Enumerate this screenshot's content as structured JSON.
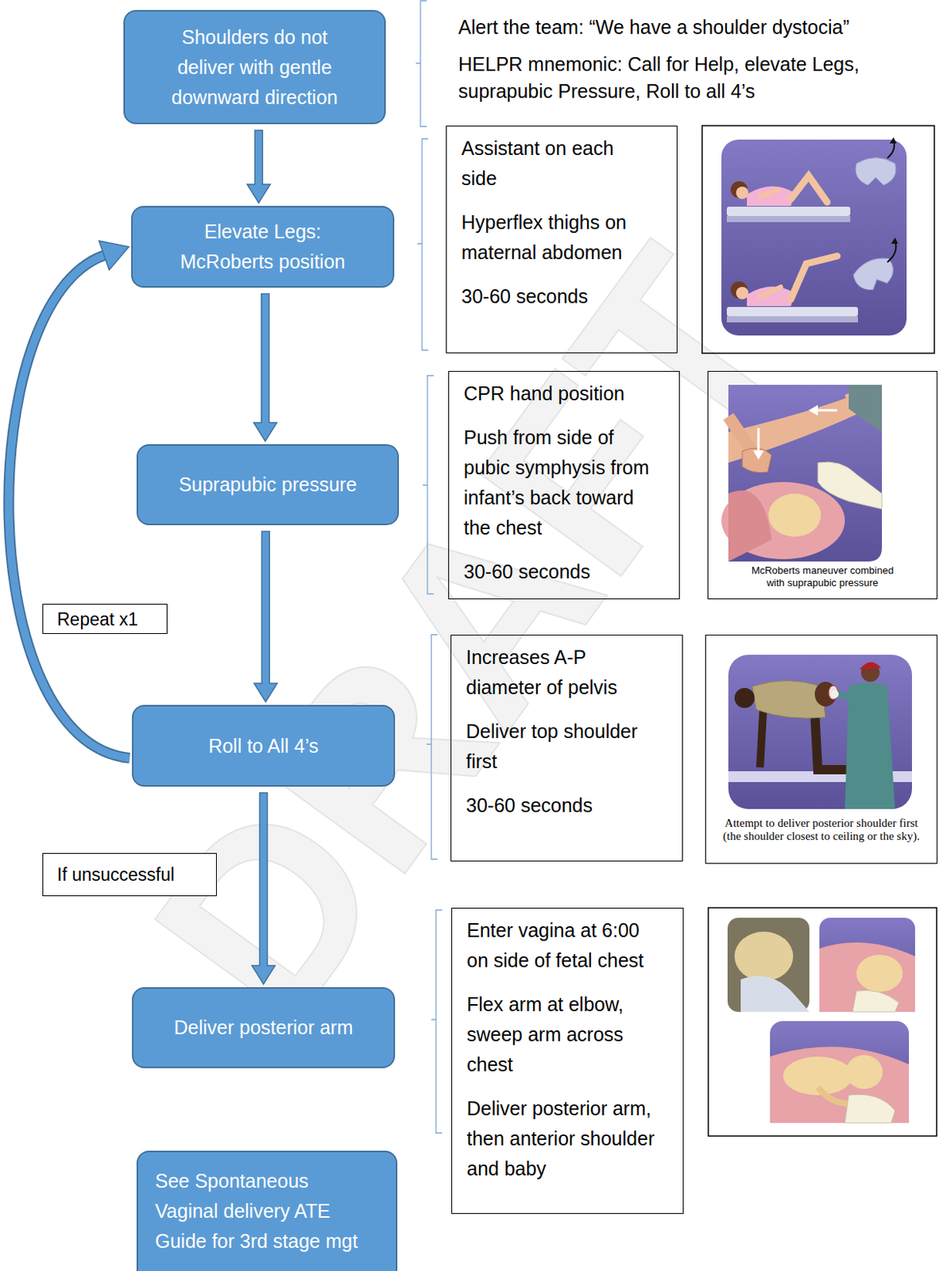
{
  "diagram": {
    "nodes": [
      {
        "text": [
          "Shoulders do not deliver with gentle downward direction"
        ]
      },
      {
        "text": [
          "Elevate Legs: McRoberts position"
        ]
      },
      {
        "text": [
          "Assistant on each side",
          "Hyperflex thighs on maternal abdomen",
          "30-60 seconds"
        ]
      },
      {
        "text": [
          "Suprapubic pressure"
        ]
      },
      {
        "text": [
          "CPR hand position",
          "Push from side of pubic symphysis from infant’s back toward the chest",
          "30-60 seconds"
        ]
      },
      {
        "text": [
          "McRoberts maneuver combined with suprapubic pressure"
        ]
      },
      {
        "text": [
          "Repeat x1"
        ]
      },
      {
        "text": [
          "Roll to All 4’s"
        ]
      },
      {
        "text": [
          "Increases A-P diameter of pelvis",
          "Deliver top shoulder first",
          "30-60 seconds"
        ]
      },
      {
        "text": [
          "Attempt to deliver posterior shoulder first (the shoulder closest to ceiling or the sky)."
        ]
      },
      {
        "text": [
          "If unsuccessful"
        ]
      },
      {
        "text": [
          "Deliver posterior arm"
        ]
      },
      {
        "text": [
          "Enter vagina at 6:00 on side of fetal chest",
          "Flex arm at elbow, sweep arm across chest",
          "Deliver posterior arm, then anterior shoulder and baby"
        ]
      },
      {
        "text": [
          "See Spontaneous Vaginal delivery ATE Guide for 3rd stage mgt"
        ]
      }
    ],
    "edges": [
      {
        "from": 0,
        "to": 1,
        "arrow": "to"
      },
      {
        "from": 1,
        "to": 3,
        "arrow": "to"
      },
      {
        "from": 3,
        "to": 7,
        "arrow": "to"
      },
      {
        "from": 7,
        "to": 11,
        "arrow": "to"
      },
      {
        "from": 7,
        "to": 1,
        "arrow": "to"
      }
    ],
    "labels": [
      "Alert the team: “We have a shoulder dystocia”",
      "HELPR mnemonic: Call for Help, elevate Legs, suprapubic Pressure, Roll to all 4’s",
      "DRAFT"
    ]
  }
}
